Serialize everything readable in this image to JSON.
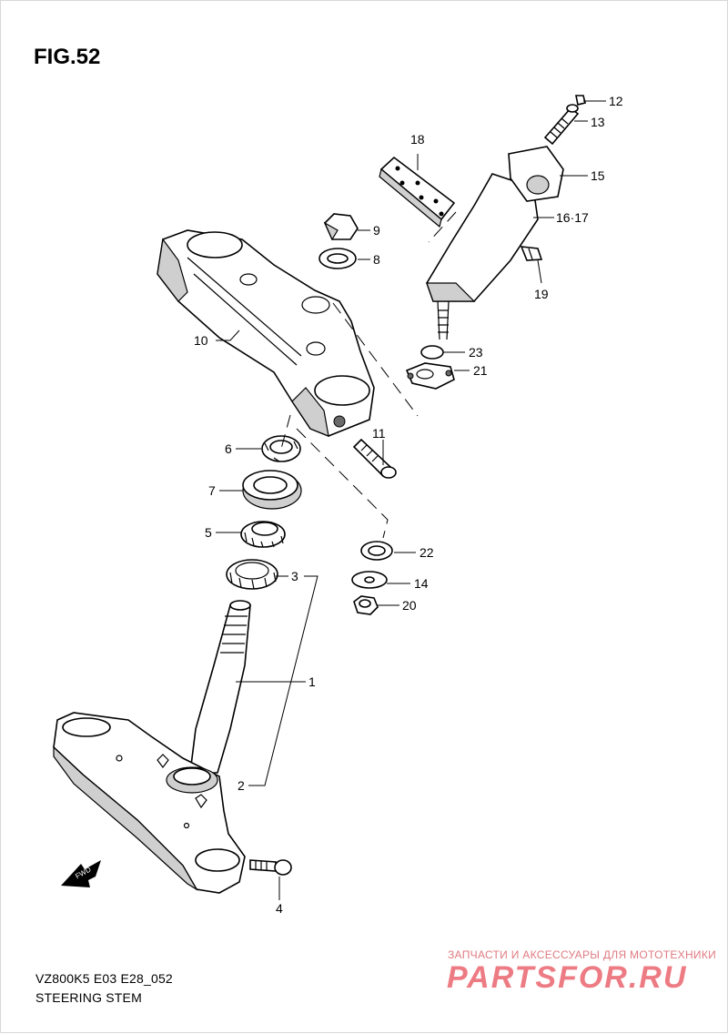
{
  "figure": {
    "title": "FIG.52"
  },
  "footer": {
    "model_code": "VZ800K5 E03 E28_052",
    "caption": "STEERING STEM"
  },
  "watermark": {
    "tagline": "ЗАПЧАСТИ И АКСЕССУАРЫ ДЛЯ МОТОТЕХНИКИ",
    "brand": "PARTSFOR.RU",
    "color": "#e8505a"
  },
  "fwd_marker": {
    "label": "FWD"
  },
  "callouts": {
    "c1": "1",
    "c2": "2",
    "c3": "3",
    "c4": "4",
    "c5": "5",
    "c6": "6",
    "c7": "7",
    "c8": "8",
    "c9": "9",
    "c10": "10",
    "c11": "11",
    "c12": "12",
    "c13": "13",
    "c14": "14",
    "c15": "15",
    "c1617": "16·17",
    "c18": "18",
    "c19": "19",
    "c20": "20",
    "c21": "21",
    "c22": "22",
    "c23": "23"
  }
}
